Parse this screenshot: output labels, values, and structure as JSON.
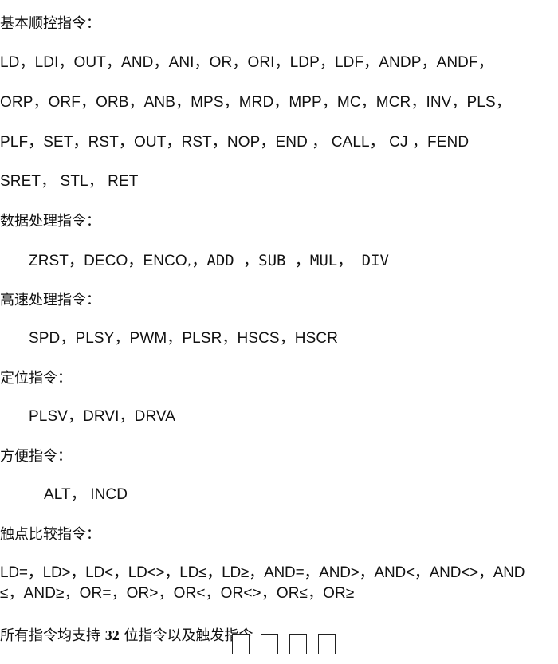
{
  "basic": {
    "heading": "基本顺控指令：",
    "line1": "LD，LDI，OUT，AND，ANI，OR，ORI，LDP，LDF，ANDP，ANDF，",
    "line2": "ORP，ORF，ORB，ANB，MPS，MRD，MPP，MC，MCR，INV，PLS，",
    "line3": "PLF，SET，RST，OUT，RST，NOP，END ，  CALL，  CJ ，FEND",
    "line4": "SRET，  STL，  RET"
  },
  "data_processing": {
    "heading": "数据处理指令：",
    "part1": "ZRST，DECO，ENCO",
    "part1_tail": "，",
    "part2": "，ADD  ，SUB  ，MUL， DIV"
  },
  "high_speed": {
    "heading": "高速处理指令：",
    "line": "SPD，PLSY，PWM，PLSR，HSCS，HSCR"
  },
  "positioning": {
    "heading": "定位指令：",
    "line": "PLSV，DRVI，DRVA"
  },
  "convenience": {
    "heading": "方便指令：",
    "line": "ALT，  INCD"
  },
  "contact_compare": {
    "heading": "触点比较指令：",
    "line1": "LD=，LD>，LD<，LD<>，LD≤，LD≥，AND=，AND>，AND<，AND<>，AND",
    "line2": "≤，AND≥，OR=，OR>，OR<，OR<>，OR≤，OR≥"
  },
  "footer": {
    "prefix": "所有指令均支持 ",
    "number": "32",
    "suffix": " 位指令以及触发指令"
  }
}
